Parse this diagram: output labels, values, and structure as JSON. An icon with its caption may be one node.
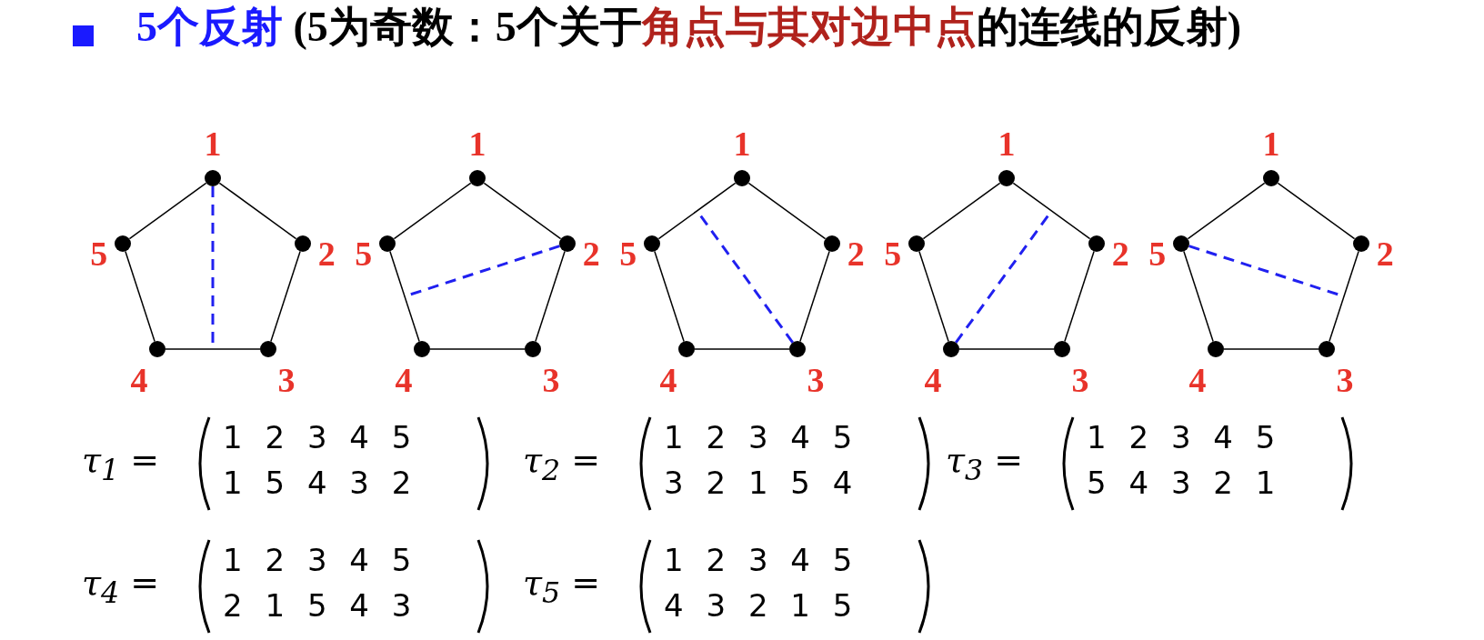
{
  "diagram": {
    "title": "5个反射",
    "nodes": [
      {
        "text": [],
        "shape": "circle",
        "beside": [
          "1"
        ]
      },
      {
        "text": [],
        "shape": "circle",
        "beside": [
          "2"
        ]
      },
      {
        "text": [],
        "shape": "circle",
        "beside": [
          "3"
        ]
      },
      {
        "text": [],
        "shape": "circle",
        "beside": [
          "4"
        ]
      },
      {
        "text": [],
        "shape": "circle",
        "beside": [
          "5"
        ]
      },
      {
        "text": [],
        "shape": "circle",
        "beside": [
          "1"
        ]
      },
      {
        "text": [],
        "shape": "circle",
        "beside": [
          "2"
        ]
      },
      {
        "text": [],
        "shape": "circle",
        "beside": [
          "3"
        ]
      },
      {
        "text": [],
        "shape": "circle",
        "beside": [
          "4"
        ]
      },
      {
        "text": [],
        "shape": "circle",
        "beside": [
          "5"
        ]
      },
      {
        "text": [],
        "shape": "circle",
        "beside": [
          "1"
        ]
      },
      {
        "text": [],
        "shape": "circle",
        "beside": [
          "2"
        ]
      },
      {
        "text": [],
        "shape": "circle",
        "beside": [
          "3"
        ]
      },
      {
        "text": [],
        "shape": "circle",
        "beside": [
          "4"
        ]
      },
      {
        "text": [],
        "shape": "circle",
        "beside": [
          "5"
        ]
      },
      {
        "text": [],
        "shape": "circle",
        "beside": [
          "1"
        ]
      },
      {
        "text": [],
        "shape": "circle",
        "beside": [
          "2"
        ]
      },
      {
        "text": [],
        "shape": "circle",
        "beside": [
          "3"
        ]
      },
      {
        "text": [],
        "shape": "circle",
        "beside": [
          "4"
        ]
      },
      {
        "text": [],
        "shape": "circle",
        "beside": [
          "5"
        ]
      },
      {
        "text": [],
        "shape": "circle",
        "beside": [
          "1"
        ]
      },
      {
        "text": [],
        "shape": "circle",
        "beside": [
          "2"
        ]
      },
      {
        "text": [],
        "shape": "circle",
        "beside": [
          "3"
        ]
      },
      {
        "text": [],
        "shape": "circle",
        "beside": [
          "4"
        ]
      },
      {
        "text": [],
        "shape": "circle",
        "beside": [
          "5"
        ]
      }
    ],
    "edges": [
      {
        "from": 0,
        "to": 1,
        "arrow": "none"
      },
      {
        "from": 1,
        "to": 2,
        "arrow": "none"
      },
      {
        "from": 2,
        "to": 3,
        "arrow": "none"
      },
      {
        "from": 3,
        "to": 4,
        "arrow": "none"
      },
      {
        "from": 4,
        "to": 0,
        "arrow": "none"
      },
      {
        "from": 0,
        "to": null,
        "arrow": "none",
        "style": "dashed",
        "color": "#2020f0"
      },
      {
        "from": 5,
        "to": 6,
        "arrow": "none"
      },
      {
        "from": 6,
        "to": 7,
        "arrow": "none"
      },
      {
        "from": 7,
        "to": 8,
        "arrow": "none"
      },
      {
        "from": 8,
        "to": 9,
        "arrow": "none"
      },
      {
        "from": 9,
        "to": 5,
        "arrow": "none"
      },
      {
        "from": 6,
        "to": null,
        "arrow": "none",
        "style": "dashed",
        "color": "#2020f0"
      },
      {
        "from": 10,
        "to": 11,
        "arrow": "none"
      },
      {
        "from": 11,
        "to": 12,
        "arrow": "none"
      },
      {
        "from": 12,
        "to": 13,
        "arrow": "none"
      },
      {
        "from": 13,
        "to": 14,
        "arrow": "none"
      },
      {
        "from": 14,
        "to": 10,
        "arrow": "none"
      },
      {
        "from": 12,
        "to": null,
        "arrow": "none",
        "style": "dashed",
        "color": "#2020f0"
      },
      {
        "from": 15,
        "to": 16,
        "arrow": "none"
      },
      {
        "from": 16,
        "to": 17,
        "arrow": "none"
      },
      {
        "from": 17,
        "to": 18,
        "arrow": "none"
      },
      {
        "from": 18,
        "to": 19,
        "arrow": "none"
      },
      {
        "from": 19,
        "to": 15,
        "arrow": "none"
      },
      {
        "from": 18,
        "to": null,
        "arrow": "none",
        "style": "dashed",
        "color": "#2020f0"
      },
      {
        "from": 20,
        "to": 21,
        "arrow": "none"
      },
      {
        "from": 21,
        "to": 22,
        "arrow": "none"
      },
      {
        "from": 22,
        "to": 23,
        "arrow": "none"
      },
      {
        "from": 23,
        "to": 24,
        "arrow": "none"
      },
      {
        "from": 24,
        "to": 20,
        "arrow": "none"
      },
      {
        "from": 24,
        "to": null,
        "arrow": "none",
        "style": "dashed",
        "color": "#2020f0"
      }
    ],
    "labels": [
      "(5为奇数：5个关于",
      "角点与其对边中点",
      "的连线的反射)",
      "τ$_{1}$ =",
      "1 2 3 4 5",
      "1 5 4 3 2",
      "τ$_{2}$ =",
      "1 2 3 4 5",
      "3 2 1 5 4",
      "τ$_{3}$ =",
      "1 2 3 4 5",
      "5 4 3 2 1",
      "τ$_{4}$ =",
      "1 2 3 4 5",
      "2 1 5 4 3",
      "τ$_{5}$ =",
      "1 2 3 4 5",
      "4 3 2 1 5"
    ]
  }
}
